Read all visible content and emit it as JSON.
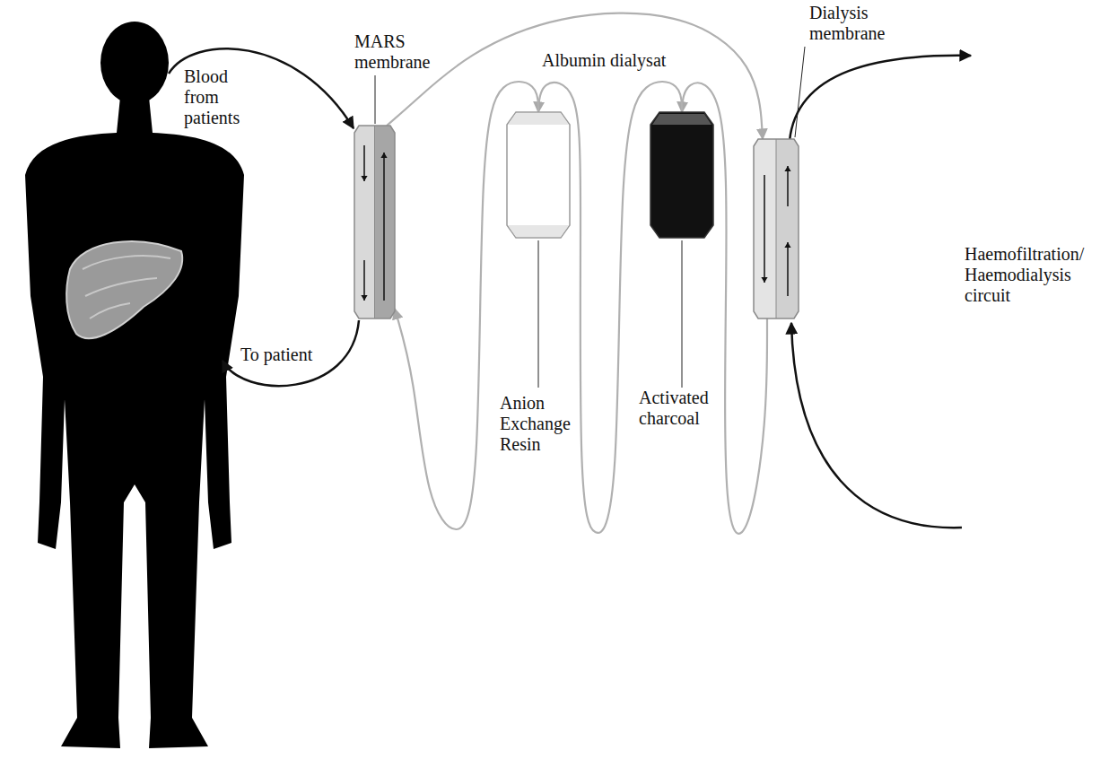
{
  "diagram": {
    "nodes": [
      {
        "text": [
          "MARS membrane"
        ]
      },
      {
        "text": [
          "Anion Exchange Resin"
        ]
      },
      {
        "text": [
          "Activated charcoal"
        ]
      },
      {
        "text": [
          "Dialysis membrane"
        ]
      }
    ],
    "edges": [
      {
        "from": 0,
        "to": 3,
        "arrow": "to",
        "label": "Albumin dialysat"
      },
      {
        "from": 3,
        "to": 2,
        "arrow": "to"
      },
      {
        "from": 2,
        "to": 1,
        "arrow": "to"
      },
      {
        "from": 1,
        "to": 0,
        "arrow": "to"
      }
    ],
    "labels": [
      "Blood from patients",
      "To patient",
      "Haemofiltration/ Haemodialysis circuit"
    ]
  }
}
